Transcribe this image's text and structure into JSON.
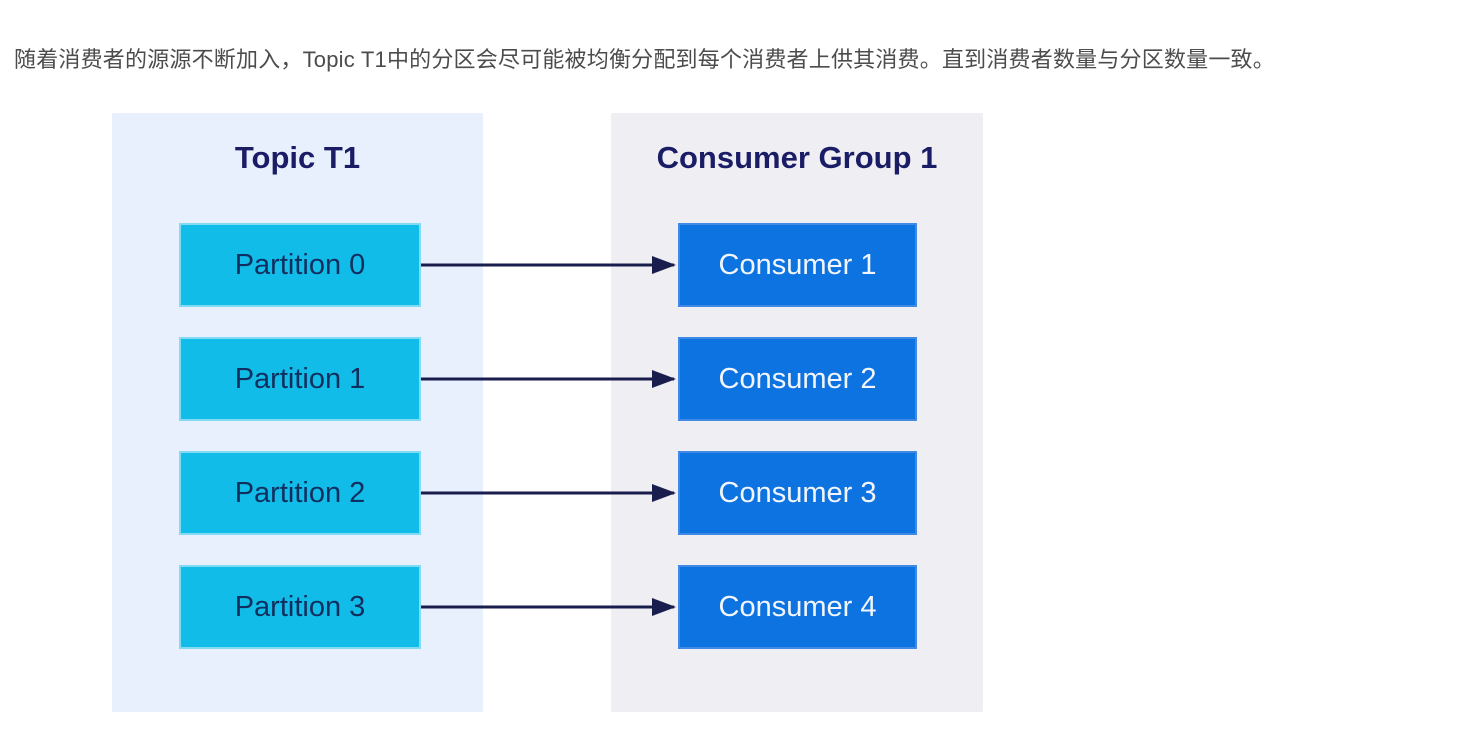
{
  "caption": {
    "text": "随着消费者的源源不断加入，Topic T1中的分区会尽可能被均衡分配到每个消费者上供其消费。直到消费者数量与分区数量一致。"
  },
  "diagram": {
    "topic": {
      "title": "Topic T1",
      "partitions": [
        "Partition 0",
        "Partition 1",
        "Partition 2",
        "Partition 3"
      ]
    },
    "consumer_group": {
      "title": "Consumer Group 1",
      "consumers": [
        "Consumer 1",
        "Consumer 2",
        "Consumer 3",
        "Consumer 4"
      ]
    },
    "connections": [
      {
        "from": "Partition 0",
        "to": "Consumer 1"
      },
      {
        "from": "Partition 1",
        "to": "Consumer 2"
      },
      {
        "from": "Partition 2",
        "to": "Consumer 3"
      },
      {
        "from": "Partition 3",
        "to": "Consumer 4"
      }
    ],
    "colors": {
      "topic_panel_bg": "#e7f0fc",
      "consumer_panel_bg": "#efeef3",
      "partition_box_bg": "#11bce9",
      "consumer_box_bg": "#0d73e0",
      "heading_text": "#1a1d66",
      "partition_text": "#112f5e",
      "consumer_text": "#f2f6fc",
      "arrow": "#191d4e"
    }
  }
}
